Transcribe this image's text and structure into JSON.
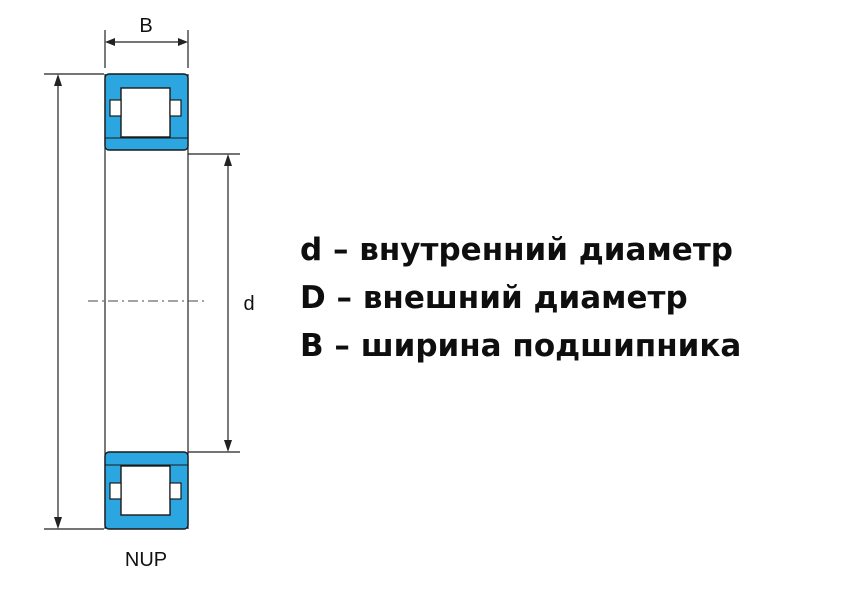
{
  "diagram": {
    "type_label": "NUP",
    "dimensions": {
      "width": "B",
      "inner_diameter": "d"
    },
    "legend": [
      "d – внутренний диаметр",
      "D – внешний диаметр",
      "B – ширина подшипника"
    ]
  },
  "colors": {
    "ring": "#2ba6e0",
    "roller": "#ffffff",
    "line": "#222222",
    "dash": "#444444"
  }
}
